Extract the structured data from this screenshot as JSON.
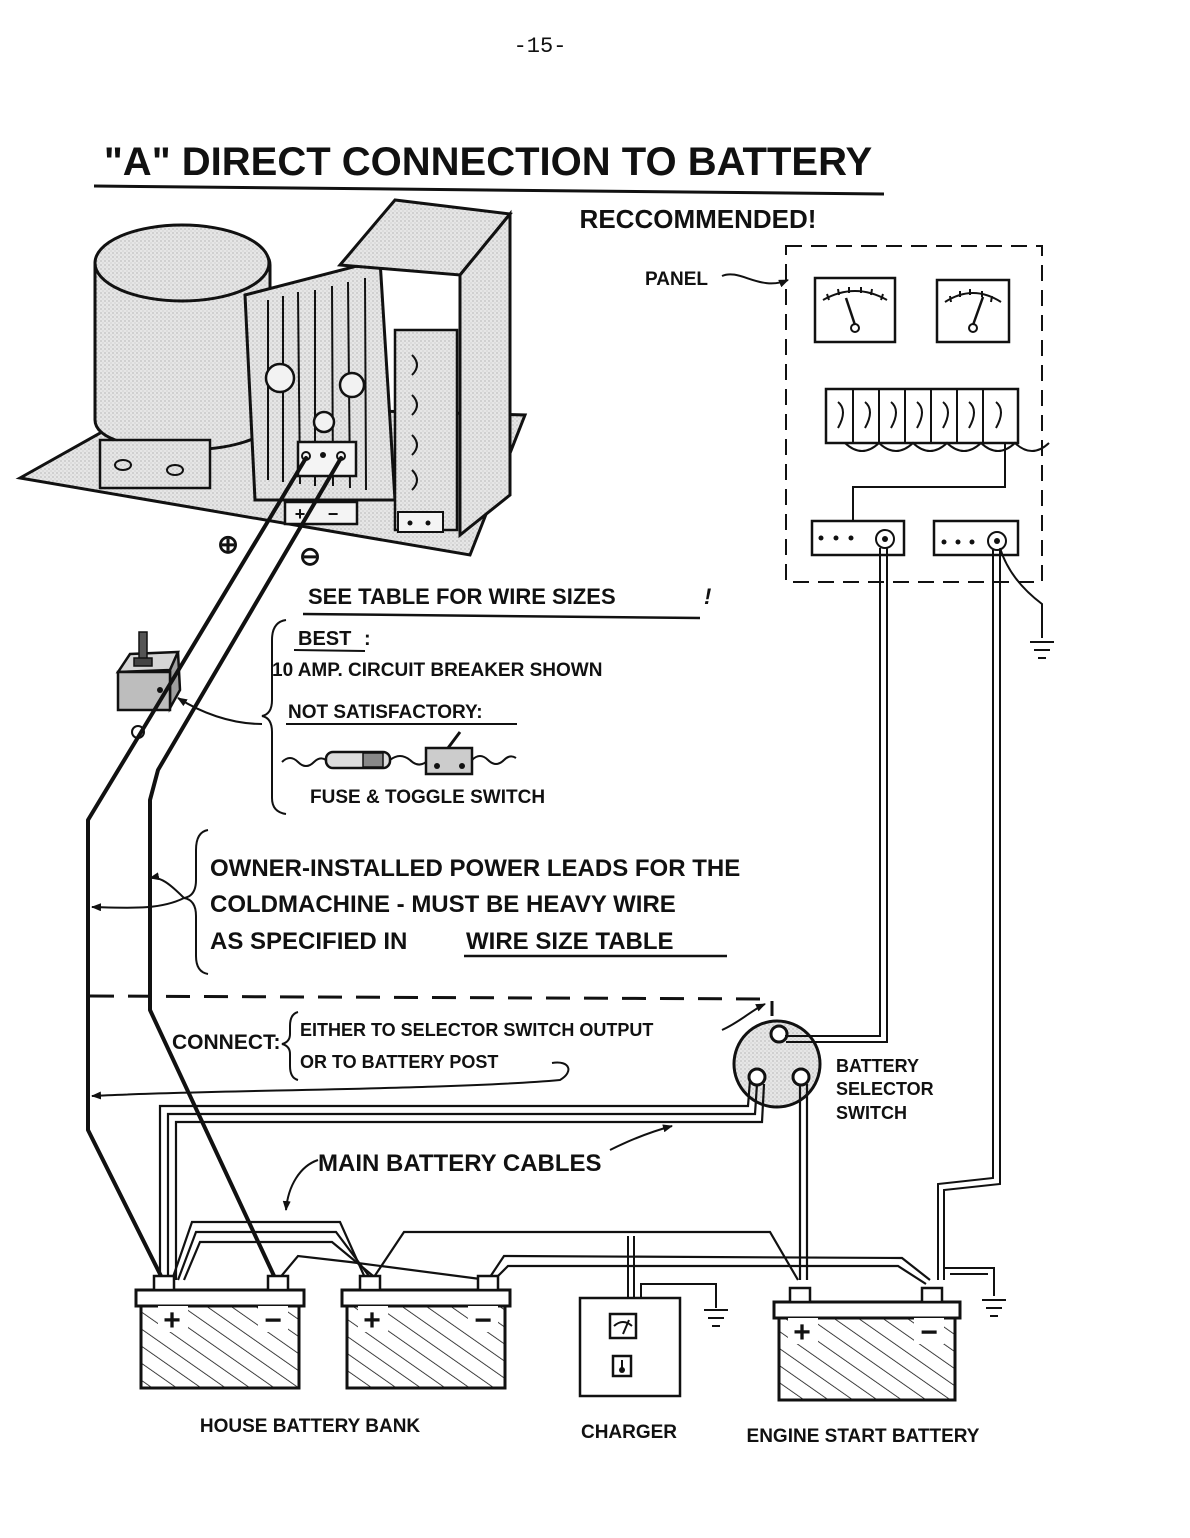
{
  "page": {
    "number": "-15-"
  },
  "title": {
    "text": "\"A\" DIRECT CONNECTION TO BATTERY",
    "subtitle": "RECCOMMENDED!"
  },
  "panel": {
    "label": "PANEL"
  },
  "coldmachine": {
    "plus_symbol": "⊕",
    "minus_symbol": "⊖",
    "terminal_plus": "+",
    "terminal_minus": "−"
  },
  "notes": {
    "wire_sizes": "SEE TABLE FOR WIRE SIZES",
    "wire_sizes_mark": "!",
    "best_label": "BEST",
    "best_colon": ":",
    "best_detail": "10 AMP. CIRCUIT BREAKER SHOWN",
    "not_satisfactory": "NOT SATISFACTORY:",
    "fuse_toggle": "FUSE & TOGGLE SWITCH",
    "power_leads_line1": "OWNER-INSTALLED POWER LEADS FOR THE",
    "power_leads_line2": "COLDMACHINE - MUST BE HEAVY WIRE",
    "power_leads_line3_a": "AS SPECIFIED IN",
    "power_leads_line3_b": "WIRE SIZE TABLE",
    "connect_label": "CONNECT:",
    "connect_option1": "EITHER TO SELECTOR SWITCH OUTPUT",
    "connect_option2": "OR TO BATTERY POST",
    "main_cables": "MAIN BATTERY CABLES"
  },
  "selector": {
    "line1": "BATTERY",
    "line2": "SELECTOR",
    "line3": "SWITCH"
  },
  "batteries": {
    "house_label": "HOUSE BATTERY BANK",
    "charger_label": "CHARGER",
    "engine_label": "ENGINE START BATTERY",
    "plus": "+",
    "minus": "−"
  }
}
